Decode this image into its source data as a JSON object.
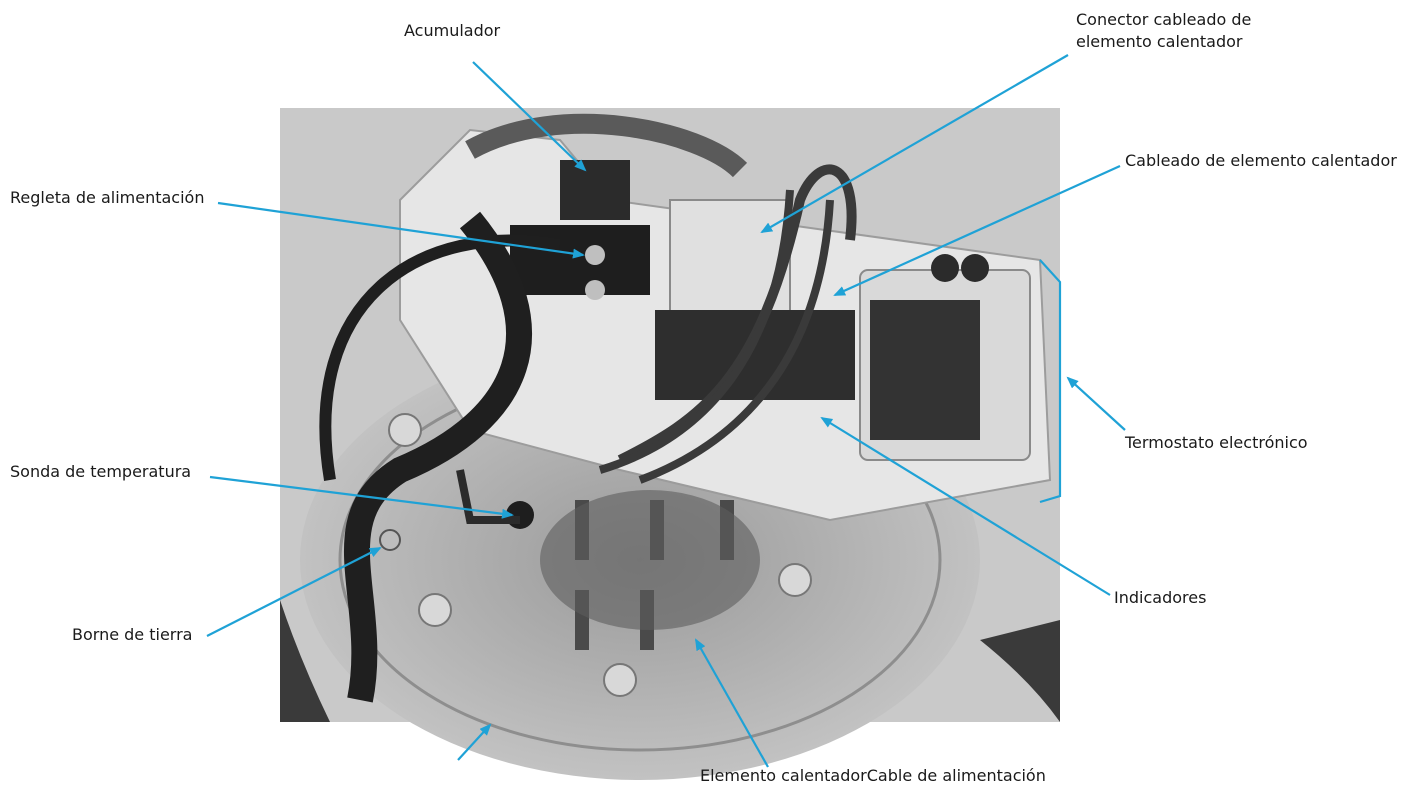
{
  "labels": {
    "acumulador": "Acumulador",
    "conector": "Conector cableado de\nelemento calentador",
    "cableado": "Cableado de elemento calentador",
    "regleta": "Regleta de alimentación",
    "termostato": "Termostato electrónico",
    "sonda": "Sonda de temperatura",
    "borne": "Borne de tierra",
    "indicadores": "Indicadores",
    "bottom": "Elemento calentadorCable de alimentación"
  },
  "colors": {
    "callout": "#1fa2d6",
    "photo_bg": "#c9c9c9",
    "dark_part": "#2b2b2b"
  }
}
